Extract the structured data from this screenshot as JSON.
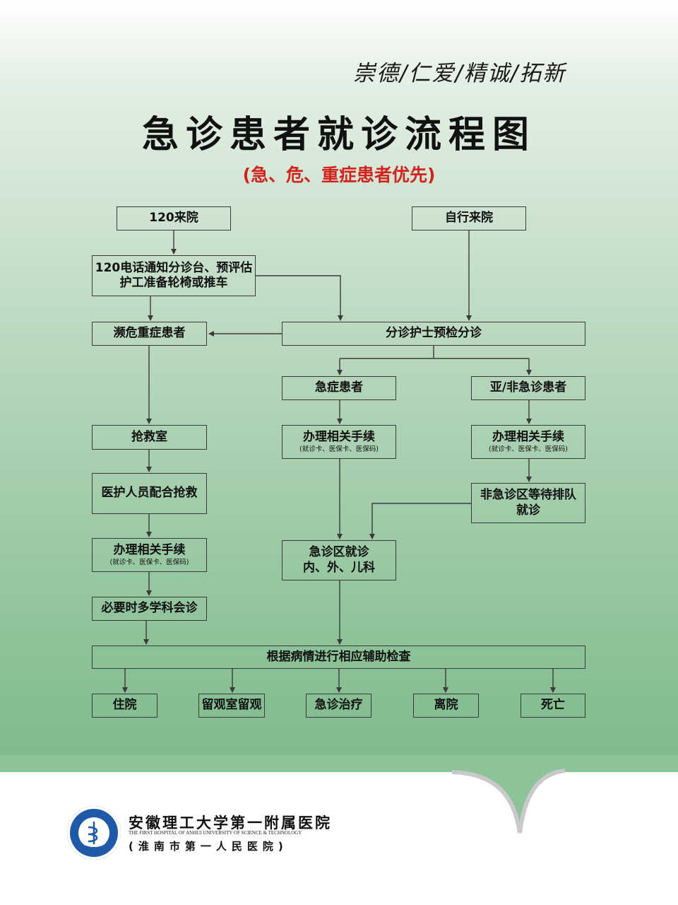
{
  "header": {
    "motto": "崇德/仁爱/精诚/拓新",
    "title": "急诊患者就诊流程图",
    "subtitle": "(急、危、重症患者优先)"
  },
  "nodes": {
    "arrive_120": "120来院",
    "arrive_self": "自行来院",
    "phone_notify_line1": "120电话通知分诊台、预评估",
    "phone_notify_line2": "护工准备轮椅或推车",
    "critical": "濒危重症患者",
    "triage": "分诊护士预检分诊",
    "urgent": "急症患者",
    "non_urgent": "亚/非急诊患者",
    "rescue_room": "抢救室",
    "procedures": "办理相关手续",
    "procedures_note": "(就诊卡、医保卡、医保码)",
    "waiting_line1": "非急诊区等待排队",
    "waiting_line2": "就诊",
    "staff_rescue": "医护人员配合抢救",
    "er_visit_line1": "急诊区就诊",
    "er_visit_line2": "内、外、儿科",
    "mdt": "必要时多学科会诊",
    "exams": "根据病情进行相应辅助检查",
    "out_admit": "住院",
    "out_observe": "留观室留观",
    "out_treat": "急诊治疗",
    "out_leave": "离院",
    "out_death": "死亡"
  },
  "footer": {
    "hospital_name": "安徽理工大学第一附属医院",
    "hospital_en": "THE FIRST HOSPITAL OF ANHUI UNIVERSITY OF SCIENCE & TECHNOLOGY",
    "hospital_alt": "(淮南市第一人民医院)"
  },
  "colors": {
    "title": "#111111",
    "subtitle": "#d2231f",
    "background_top": "#ffffff",
    "background_bottom": "#7fbb8c",
    "logo": "#1e5aa8"
  }
}
